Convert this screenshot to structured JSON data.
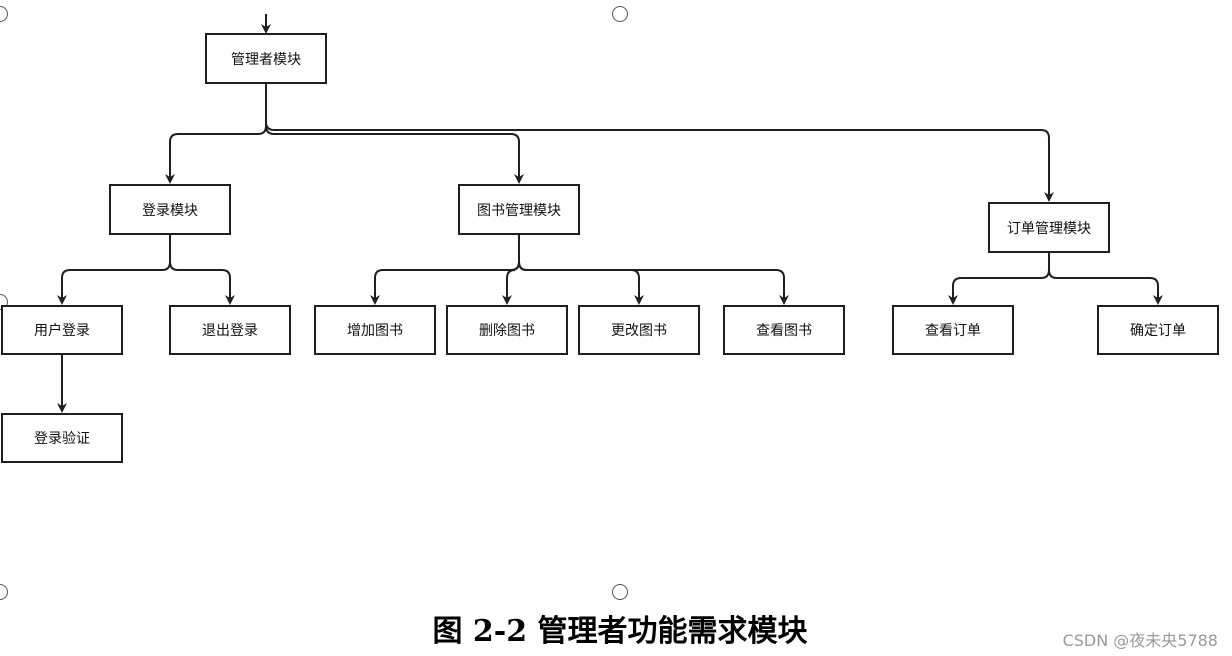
{
  "diagram": {
    "root": "管理者模块",
    "login_module": "登录模块",
    "book_module": "图书管理模块",
    "order_module": "订单管理模块",
    "user_login": "用户登录",
    "logout": "退出登录",
    "login_verify": "登录验证",
    "add_book": "增加图书",
    "delete_book": "删除图书",
    "edit_book": "更改图书",
    "view_book": "查看图书",
    "view_order": "查看订单",
    "confirm_order": "确定订单"
  },
  "caption": "图 2-2 管理者功能需求模块",
  "watermark": "CSDN @夜未央5788",
  "colors": {
    "line": "#1f1f1f",
    "box_border": "#1f1f1f",
    "watermark": "#9a9a9a"
  }
}
